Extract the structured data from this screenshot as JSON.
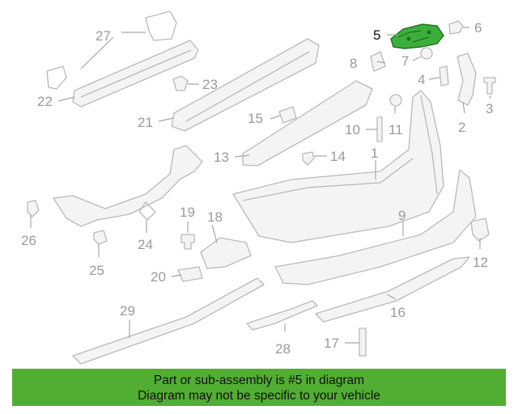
{
  "callouts": [
    "1",
    "2",
    "3",
    "4",
    "5",
    "6",
    "7",
    "8",
    "9",
    "10",
    "11",
    "12",
    "13",
    "14",
    "15",
    "16",
    "17",
    "18",
    "19",
    "20",
    "21",
    "22",
    "23",
    "24",
    "25",
    "26",
    "27",
    "28",
    "29"
  ],
  "highlighted_callout": "5",
  "colors": {
    "banner_bg": "#52ad33",
    "highlight_part": "#3cae3c",
    "diagram_line": "#b9b9b9",
    "callout_text": "#9a9a9a"
  },
  "banner": {
    "line1": "Part or sub-assembly is #5 in diagram",
    "line2": "Diagram may not be specific to your vehicle"
  }
}
